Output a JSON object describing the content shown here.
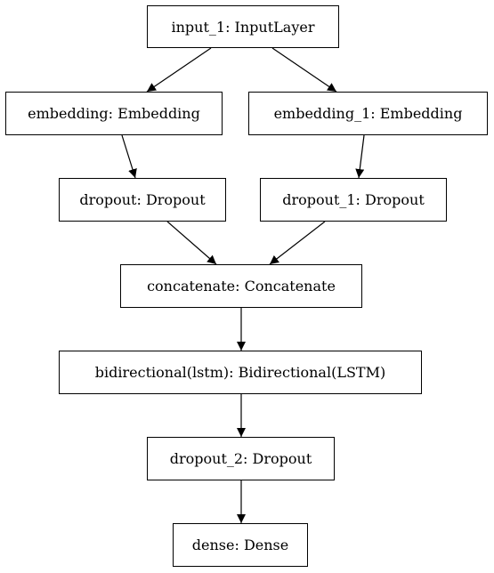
{
  "nodes": {
    "input_1": "input_1: InputLayer",
    "embedding": "embedding: Embedding",
    "embedding_1": "embedding_1: Embedding",
    "dropout": "dropout: Dropout",
    "dropout_1": "dropout_1: Dropout",
    "concatenate": "concatenate: Concatenate",
    "bidirectional": "bidirectional(lstm): Bidirectional(LSTM)",
    "dropout_2": "dropout_2: Dropout",
    "dense": "dense: Dense"
  },
  "edges": [
    [
      "input_1",
      "embedding"
    ],
    [
      "input_1",
      "embedding_1"
    ],
    [
      "embedding",
      "dropout"
    ],
    [
      "embedding_1",
      "dropout_1"
    ],
    [
      "dropout",
      "concatenate"
    ],
    [
      "dropout_1",
      "concatenate"
    ],
    [
      "concatenate",
      "bidirectional"
    ],
    [
      "bidirectional",
      "dropout_2"
    ],
    [
      "dropout_2",
      "dense"
    ]
  ]
}
